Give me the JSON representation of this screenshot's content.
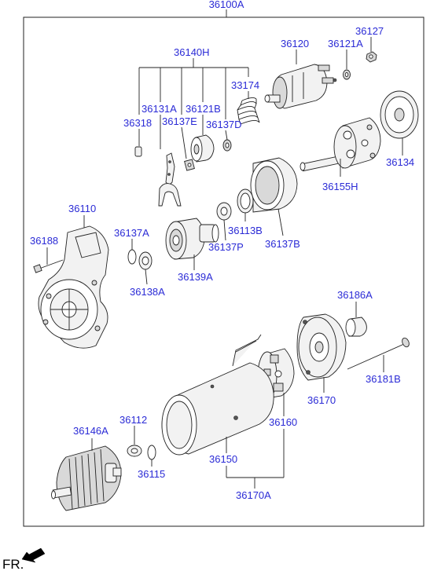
{
  "assembly_label": "36100A",
  "direction_label": "FR.",
  "labels": {
    "l36127": "36127",
    "l36120": "36120",
    "l36121A": "36121A",
    "l36140H": "36140H",
    "l33174": "33174",
    "l36131A": "36131A",
    "l36121B": "36121B",
    "l36318": "36318",
    "l36137E": "36137E",
    "l36137D": "36137D",
    "l36134": "36134",
    "l36155H": "36155H",
    "l36110": "36110",
    "l36188": "36188",
    "l36137A": "36137A",
    "l36113B": "36113B",
    "l36137P": "36137P",
    "l36137B": "36137B",
    "l36139A": "36139A",
    "l36138A": "36138A",
    "l36186A": "36186A",
    "l36181B": "36181B",
    "l36170": "36170",
    "l36160": "36160",
    "l36146A": "36146A",
    "l36112": "36112",
    "l36115": "36115",
    "l36150": "36150",
    "l36170A": "36170A"
  }
}
